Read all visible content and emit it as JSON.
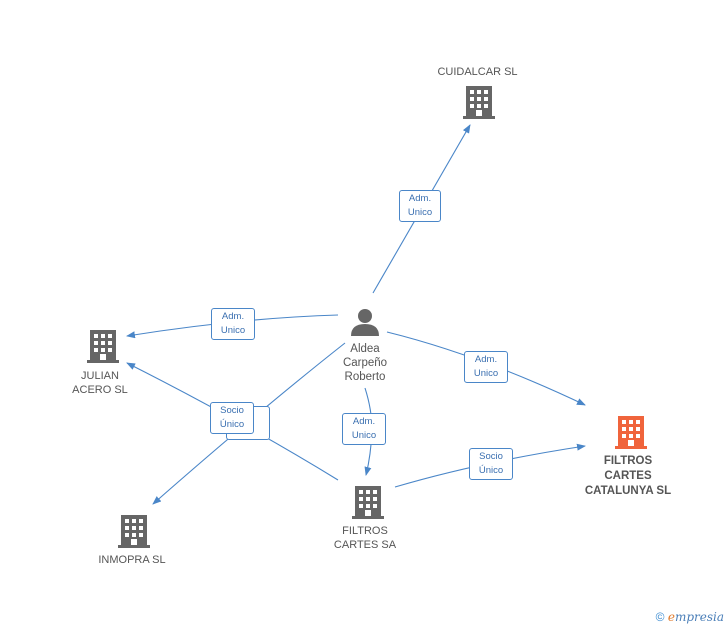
{
  "nodes": {
    "cuidalcar": {
      "label": "CUIDALCAR  SL",
      "icon": "building-icon",
      "color": "#666666"
    },
    "julian": {
      "label_lines": [
        "JULIAN",
        "ACERO SL"
      ],
      "icon": "building-icon",
      "color": "#666666"
    },
    "inmopra": {
      "label": "INMOPRA SL",
      "icon": "building-icon",
      "color": "#666666"
    },
    "filtros_sa": {
      "label_lines": [
        "FILTROS",
        "CARTES SA"
      ],
      "icon": "building-icon",
      "color": "#666666"
    },
    "filtros_catalunya": {
      "label_lines": [
        "FILTROS",
        "CARTES",
        "CATALUNYA SL"
      ],
      "icon": "building-icon",
      "color": "#f0643c"
    },
    "person": {
      "label_lines": [
        "Aldea",
        "Carpeño",
        "Roberto"
      ],
      "icon": "person-icon",
      "color": "#666666"
    }
  },
  "edges": {
    "to_cuidalcar": [
      "Adm.",
      "Unico"
    ],
    "to_julian": [
      "Adm.",
      "Unico"
    ],
    "to_catalunya_from_person": [
      "Adm.",
      "Unico"
    ],
    "to_filtros_sa": [
      "Adm.",
      "Unico"
    ],
    "sa_to_catalunya": [
      "Socio",
      "Único"
    ],
    "socio_front": [
      "Socio",
      "Único"
    ]
  },
  "footer": {
    "copyright": "©",
    "brand_initial": "e",
    "brand_rest": "mpresia"
  },
  "colors": {
    "edge": "#4a86c8",
    "node": "#666666",
    "highlight": "#f0643c"
  }
}
